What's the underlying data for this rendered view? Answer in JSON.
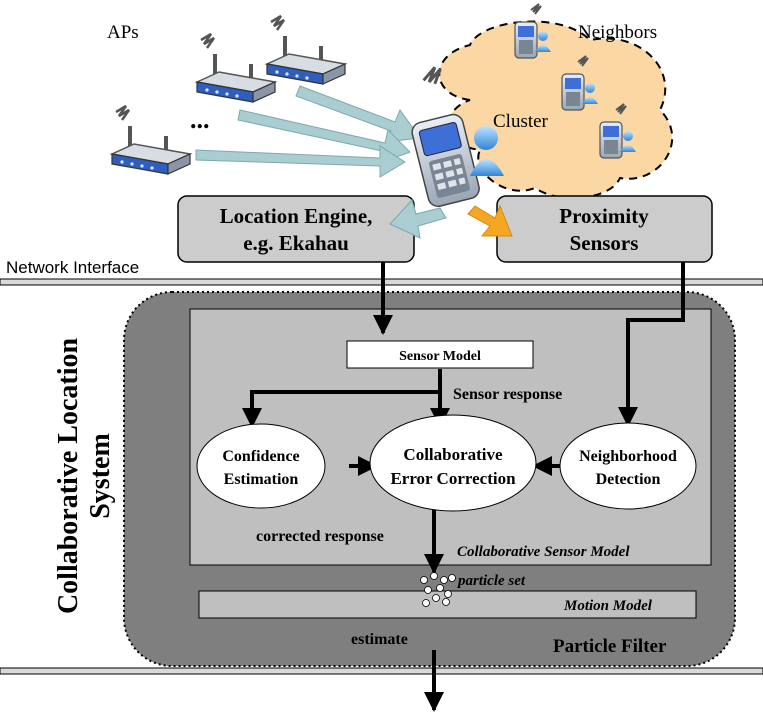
{
  "labels": {
    "aps": "APs",
    "ellipsis": "...",
    "neighbors": "Neighbors",
    "cluster": "Cluster",
    "location_engine_line1": "Location Engine,",
    "location_engine_line2": "e.g. Ekahau",
    "proximity_line1": "Proximity",
    "proximity_line2": "Sensors",
    "network_interface": "Network Interface",
    "system_line1": "Collaborative Location",
    "system_line2": "System",
    "sensor_model": "Sensor Model",
    "sensor_response": "Sensor response",
    "confidence_line1": "Confidence",
    "confidence_line2": "Estimation",
    "collab_line1": "Collaborative",
    "collab_line2": "Error Correction",
    "neighborhood_line1": "Neighborhood",
    "neighborhood_line2": "Detection",
    "corrected_response": "corrected  response",
    "collab_sensor_model": "Collaborative Sensor Model",
    "particle_set": "particle set",
    "motion_model": "Motion Model",
    "estimate": "estimate",
    "particle_filter": "Particle Filter"
  },
  "colors": {
    "outer_panel": "#7f7f7f",
    "inner_panel": "#bfbfbf",
    "box_fill": "#cccccc",
    "cluster_fill": "#fbd7a3",
    "wifi_arrow": "#a9cdd0",
    "orange_arrow": "#f5a623",
    "accent_blue": "#3d6fd6"
  }
}
